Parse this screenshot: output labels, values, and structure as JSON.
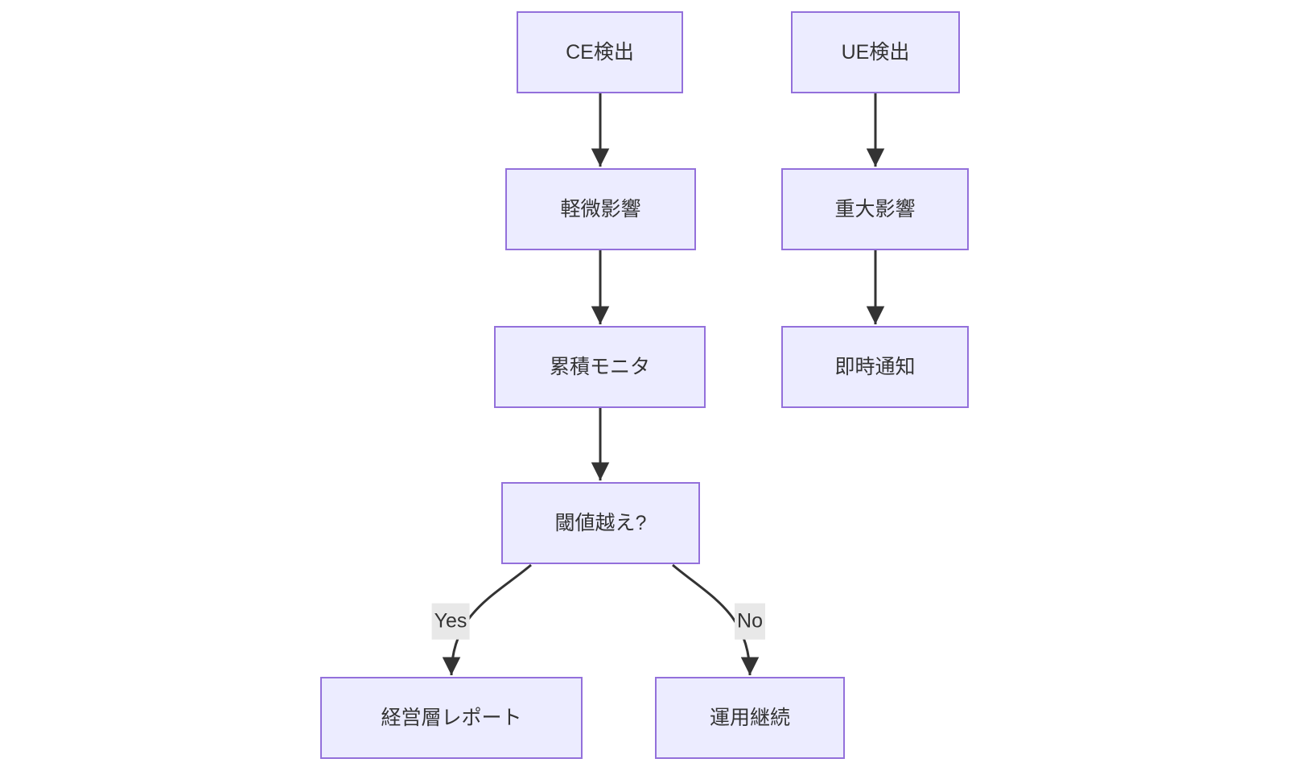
{
  "diagram": {
    "type": "flowchart",
    "direction": "top-down",
    "nodes": [
      {
        "id": "ce-detect",
        "label": "CE検出"
      },
      {
        "id": "ue-detect",
        "label": "UE検出"
      },
      {
        "id": "minor-impact",
        "label": "軽微影響"
      },
      {
        "id": "major-impact",
        "label": "重大影響"
      },
      {
        "id": "cumulative-monitor",
        "label": "累積モニタ"
      },
      {
        "id": "instant-notify",
        "label": "即時通知"
      },
      {
        "id": "threshold-decision",
        "label": "閾値越え?"
      },
      {
        "id": "executive-report",
        "label": "経営層レポート"
      },
      {
        "id": "continue-operation",
        "label": "運用継続"
      }
    ],
    "edges": [
      {
        "from": "CE検出",
        "to": "軽微影響",
        "label": ""
      },
      {
        "from": "軽微影響",
        "to": "累積モニタ",
        "label": ""
      },
      {
        "from": "累積モニタ",
        "to": "閾値越え?",
        "label": ""
      },
      {
        "from": "閾値越え?",
        "to": "経営層レポート",
        "label": "Yes"
      },
      {
        "from": "閾値越え?",
        "to": "運用継続",
        "label": "No"
      },
      {
        "from": "UE検出",
        "to": "重大影響",
        "label": ""
      },
      {
        "from": "重大影響",
        "to": "即時通知",
        "label": ""
      }
    ],
    "colors": {
      "node_fill": "#ECECFF",
      "node_border": "#9370DB",
      "edge_stroke": "#333333",
      "text": "#333333",
      "edge_label_bg": "#e8e8e8",
      "background": "#ffffff"
    }
  }
}
